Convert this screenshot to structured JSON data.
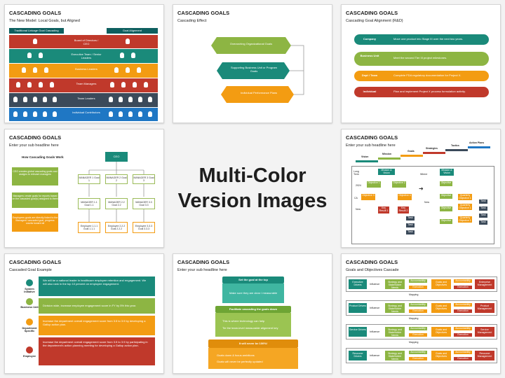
{
  "colors": {
    "red": "#c0392b",
    "teal": "#1a8a7a",
    "orange": "#f39c12",
    "green": "#8db543",
    "navy": "#3b4a5a",
    "blue": "#1f77c4",
    "darkgreen": "#2e7d32"
  },
  "center": {
    "line1": "Multi-Color",
    "line2": "Version Images"
  },
  "s1": {
    "title": "CASCADING GOALS",
    "subtitle": "The New Model: Local Goals, but Aligned",
    "hdr_left": "Traditional Linkage Goal Cascading",
    "hdr_right": "Goal Alignment",
    "rows": [
      "Board of Directors / CEO",
      "Executive Team / Senior Leaders",
      "Business Leaders",
      "Team Managers",
      "Team Leaders",
      "Individual Contributors"
    ]
  },
  "s2": {
    "title": "CASCADING GOALS",
    "subtitle": "Cascading Effect",
    "steps": [
      "Overarching Organizational Goals",
      "Supporting Business Unit or Program Goals",
      "Individual Performance Plans"
    ]
  },
  "s3": {
    "title": "CASCADING GOALS",
    "subtitle": "Cascading Goal Alignment (R&D)",
    "rows": [
      {
        "label": "Company",
        "text": "Move one product into Stage III over the next two years."
      },
      {
        "label": "Business Unit",
        "text": "Meet the second Tier III project milestones."
      },
      {
        "label": "Dept / Team",
        "text": "Complete FDA regulatory documentation for Project X."
      },
      {
        "label": "Individual",
        "text": "Plan and implement Project X process formulation activity."
      }
    ]
  },
  "s4": {
    "title": "CASCADING GOALS",
    "subtitle": "Enter your sub headline here",
    "heading": "How Cascading Goals Work",
    "notes": [
      "CEO creates global cascading goals and assigns to relevant managers",
      "Managers create goals for reports based on the cascaded goal(s) assigned to them",
      "Employees goals are directly linked to the Managers' cascaded goal, progress counts toward all"
    ],
    "ceo": "CEO",
    "mgr": [
      "MANAGER 1 Goal 1",
      "MANAGER 2 Goal 2",
      "MANAGER 3 Goal 3"
    ],
    "sub": [
      "MANAGER 1.1 Goal 1.1",
      "MANAGER 2.2 Goal 2.2",
      "MANAGER 3.3 Goal 3.3"
    ],
    "emp": [
      "Employee 1.1.1 Goal 1.1.1",
      "Employee 2.2.2 Goal 2.2.2",
      "Employee 3.3.3 Goal 3.3.3"
    ]
  },
  "s6": {
    "title": "CASCADING GOALS",
    "subtitle": "Enter your sub headline here",
    "stairs": [
      "Vision",
      "Mission",
      "Goals",
      "Strategies",
      "Tactics",
      "Action Plans"
    ],
    "left_labels": [
      "Long Term",
      "2024",
      "CA",
      "Now"
    ],
    "where": "Where",
    "now": "Now",
    "mission": "Mission & Vision",
    "obj": [
      "Objective 1",
      "Objective 2",
      "Objective 3",
      "Objective 4"
    ],
    "kr": [
      "Key Result 1",
      "Key Result 2"
    ],
    "task": "Task",
    "r_mission": "Mission & Vision",
    "r_obj": "Objective",
    "r_qe": "Quarterly Objective 1"
  },
  "s7": {
    "title": "CASCADING GOALS",
    "subtitle": "Cascaded Goal Example",
    "rows": [
      {
        "label": "System Initiative",
        "text": "We will be a national leader in healthcare employee retention and engagement. We will also rank in the top 10 percent on employee engagement."
      },
      {
        "label": "Business Unit",
        "text": "Division wide, increase employee engagement score in FY by 5% this year."
      },
      {
        "label": "Department Specific",
        "text": "Increase the department overall engagement score from 3.5 to 3.9 by developing a Gallup action plan."
      },
      {
        "label": "Employee",
        "text": "Increase the department overall engagement score from 3.5 to 3.9 by participating in the department's action planning meeting for developing a Gallup action plan."
      }
    ]
  },
  "s8": {
    "title": "CASCADING GOALS",
    "subtitle": "Enter your sub headline here",
    "tiers": [
      {
        "head": "Set the goal at the top",
        "items": [
          "Make sure they are clear / measurable"
        ]
      },
      {
        "head": "Facilitate cascading the goals down",
        "items": [
          "This is where technology can help",
          "Tie the team-level measurable alignment key"
        ]
      },
      {
        "head": "It will never be 100%!",
        "items": [
          "Goals down & focus ambitions",
          "Goals will never be perfectly updated"
        ]
      }
    ]
  },
  "s9": {
    "title": "CASCADING GOALS",
    "subtitle": "Goals and Objectives Cascade",
    "rows": [
      {
        "driver": "Executive Drivers",
        "out": "Enterprise Management"
      },
      {
        "driver": "Product Drivers",
        "out": "Product Management"
      },
      {
        "driver": "Service Drivers",
        "out": "Service Management"
      },
      {
        "driver": "Resource Drivers",
        "out": "Resource Management"
      }
    ],
    "influence": "Influence",
    "strategy": "Strategy and Stakeholder Needs",
    "goals": "Goals and Objectives",
    "acc": "Accountability",
    "exec": "Execution",
    "mapping": "Mapping"
  }
}
